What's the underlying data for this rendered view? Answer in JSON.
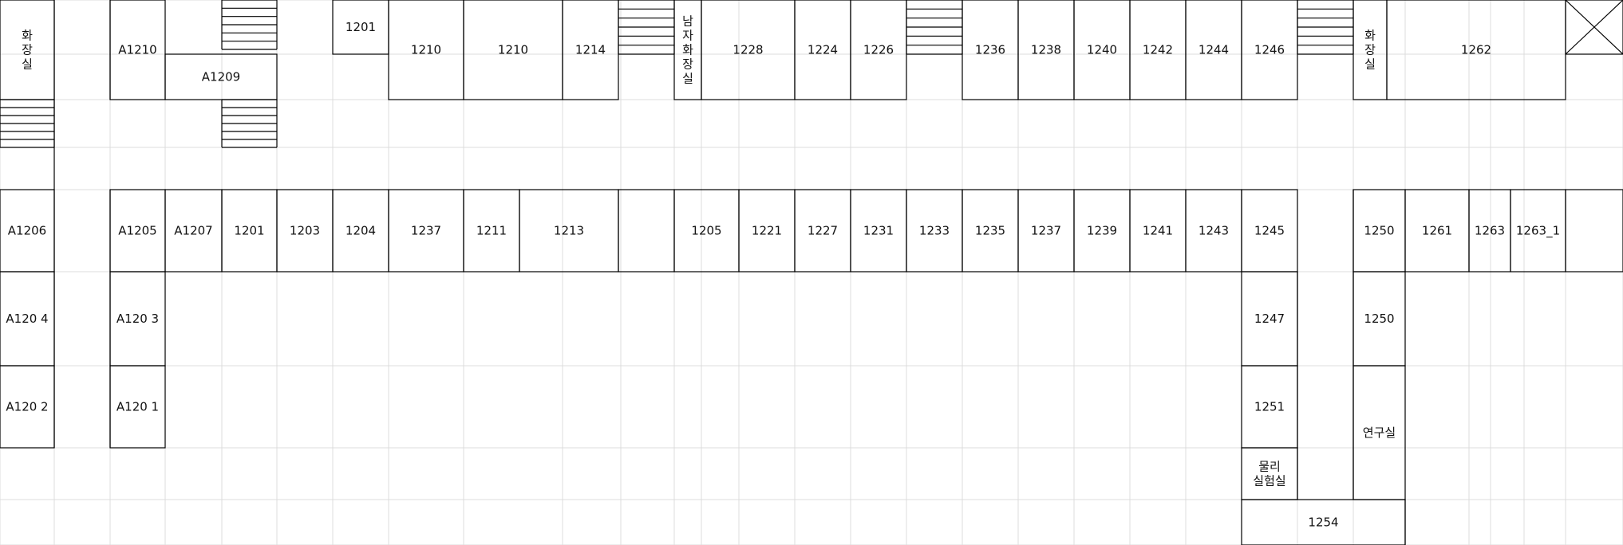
{
  "floor_plan": {
    "rooms": [
      {
        "id": "r_toilet_left",
        "label": "화장실"
      },
      {
        "id": "r_a1210",
        "label": "A1210"
      },
      {
        "id": "r_a1209",
        "label": "A1209"
      },
      {
        "id": "r_1201_top",
        "label": "1201"
      },
      {
        "id": "r_1210a",
        "label": "1210"
      },
      {
        "id": "r_1210b",
        "label": "1210"
      },
      {
        "id": "r_1214",
        "label": "1214"
      },
      {
        "id": "r_mens_toilet",
        "label": "남자화장실"
      },
      {
        "id": "r_1228",
        "label": "1228"
      },
      {
        "id": "r_1224",
        "label": "1224"
      },
      {
        "id": "r_1226",
        "label": "1226"
      },
      {
        "id": "r_1236",
        "label": "1236"
      },
      {
        "id": "r_1238",
        "label": "1238"
      },
      {
        "id": "r_1240",
        "label": "1240"
      },
      {
        "id": "r_1242",
        "label": "1242"
      },
      {
        "id": "r_1244",
        "label": "1244"
      },
      {
        "id": "r_1246",
        "label": "1246"
      },
      {
        "id": "r_toilet_right",
        "label": "화장실"
      },
      {
        "id": "r_1262",
        "label": "1262"
      },
      {
        "id": "r_a1206",
        "label": "A1206"
      },
      {
        "id": "r_a1205",
        "label": "A1205"
      },
      {
        "id": "r_a1207",
        "label": "A1207"
      },
      {
        "id": "r_1201_mid",
        "label": "1201"
      },
      {
        "id": "r_1203",
        "label": "1203"
      },
      {
        "id": "r_1204",
        "label": "1204"
      },
      {
        "id": "r_1237_mid",
        "label": "1237"
      },
      {
        "id": "r_1211",
        "label": "1211"
      },
      {
        "id": "r_1213",
        "label": "1213"
      },
      {
        "id": "r_blank_mid",
        "label": ""
      },
      {
        "id": "r_1205",
        "label": "1205"
      },
      {
        "id": "r_1221",
        "label": "1221"
      },
      {
        "id": "r_1227",
        "label": "1227"
      },
      {
        "id": "r_1231",
        "label": "1231"
      },
      {
        "id": "r_1233",
        "label": "1233"
      },
      {
        "id": "r_1235",
        "label": "1235"
      },
      {
        "id": "r_1237_right",
        "label": "1237"
      },
      {
        "id": "r_1239",
        "label": "1239"
      },
      {
        "id": "r_1241",
        "label": "1241"
      },
      {
        "id": "r_1243",
        "label": "1243"
      },
      {
        "id": "r_1245",
        "label": "1245"
      },
      {
        "id": "r_1250a",
        "label": "1250"
      },
      {
        "id": "r_1261",
        "label": "1261"
      },
      {
        "id": "r_1263",
        "label": "1263"
      },
      {
        "id": "r_1263_1",
        "label": "1263_1"
      },
      {
        "id": "r_blank_end",
        "label": ""
      },
      {
        "id": "r_a1204",
        "label": "A120 4"
      },
      {
        "id": "r_a1203",
        "label": "A120 3"
      },
      {
        "id": "r_a1202",
        "label": "A120 2"
      },
      {
        "id": "r_a1201",
        "label": "A120 1"
      },
      {
        "id": "r_1247",
        "label": "1247"
      },
      {
        "id": "r_1251",
        "label": "1251"
      },
      {
        "id": "r_physics_lab",
        "label": "물리\n실험실"
      },
      {
        "id": "r_1254",
        "label": "1254"
      },
      {
        "id": "r_1250b",
        "label": "1250"
      },
      {
        "id": "r_research",
        "label": "연구실"
      }
    ],
    "stairs": [
      {
        "id": "s_left"
      },
      {
        "id": "s_a1210_top"
      },
      {
        "id": "s_a1209_bottom"
      },
      {
        "id": "s_1214"
      },
      {
        "id": "s_1226"
      },
      {
        "id": "s_1246"
      }
    ],
    "elevator": {
      "id": "elevator_topright"
    }
  }
}
